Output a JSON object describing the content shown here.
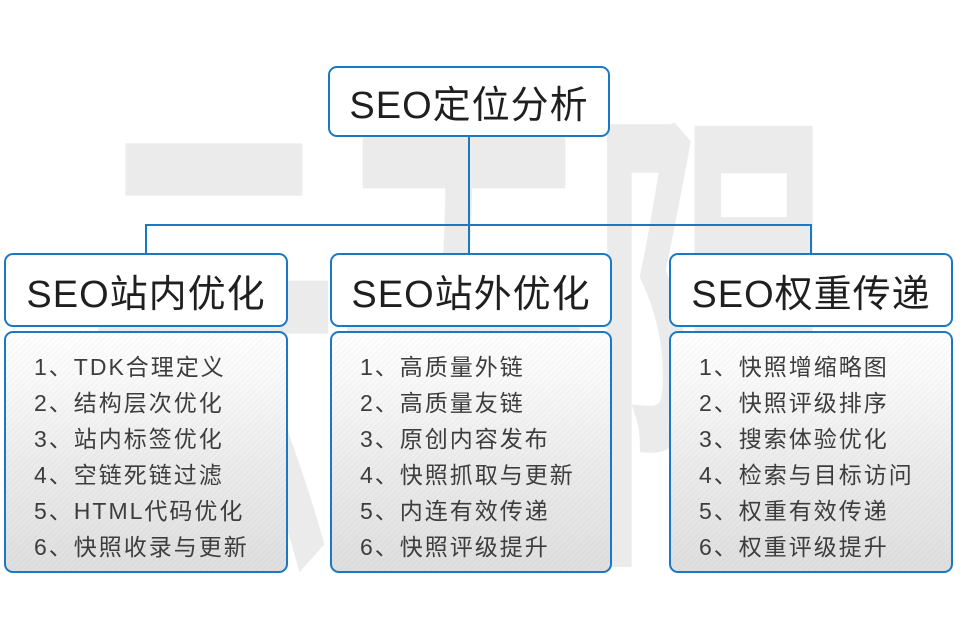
{
  "watermark": {
    "text": "云无限",
    "color": "#ebebeb"
  },
  "root_box": {
    "label": "SEO定位分析"
  },
  "columns": [
    {
      "header": "SEO站内优化",
      "items": [
        "1、TDK合理定义",
        "2、结构层次优化",
        "3、站内标签优化",
        "4、空链死链过滤",
        "5、HTML代码优化",
        "6、快照收录与更新"
      ]
    },
    {
      "header": "SEO站外优化",
      "items": [
        "1、高质量外链",
        "2、高质量友链",
        "3、原创内容发布",
        "4、快照抓取与更新",
        "5、内连有效传递",
        "6、快照评级提升"
      ]
    },
    {
      "header": "SEO权重传递",
      "items": [
        "1、快照增缩略图",
        "2、快照评级排序",
        "3、搜索体验优化",
        "4、检索与目标访问",
        "5、权重有效传递",
        "6、权重评级提升"
      ]
    }
  ],
  "colors": {
    "connector": "#1b78c2",
    "box_border": "#1b78c2",
    "header_text": "#1f1f1f",
    "item_text": "#3d3d3d"
  }
}
